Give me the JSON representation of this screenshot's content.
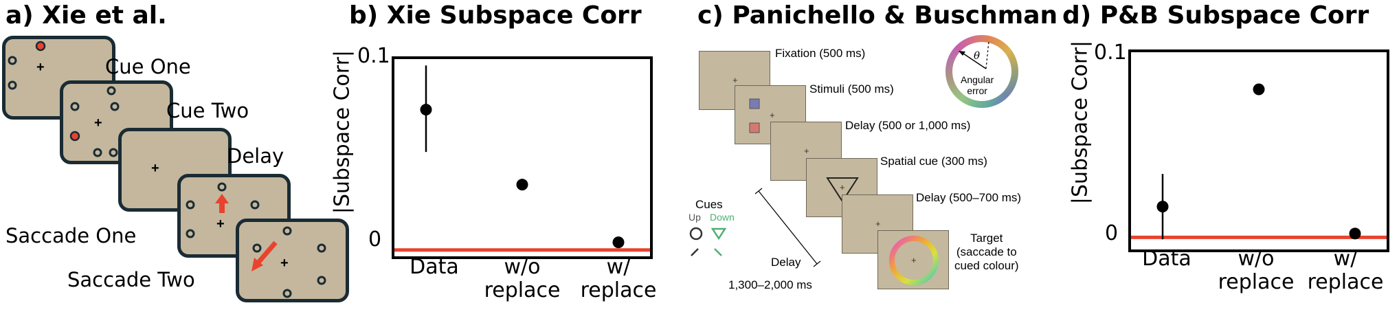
{
  "panel_a": {
    "title": "a) Xie et al.",
    "labels": [
      "Cue One",
      "Cue Two",
      "Delay",
      "Saccade One",
      "Saccade Two"
    ]
  },
  "panel_b": {
    "title": "b) Xie Subspace Corr"
  },
  "panel_c": {
    "title": "c) Panichello & Buschman",
    "stages": [
      "Fixation (500 ms)",
      "Stimuli (500 ms)",
      "Delay (500 or 1,000 ms)",
      "Spatial cue (300 ms)",
      "Delay (500–700 ms)"
    ],
    "target_lines": [
      "Target",
      "(saccade to",
      "cued colour)"
    ],
    "wheel_symbol": "θ",
    "angular_error": [
      "Angular",
      "error"
    ],
    "cues_title": "Cues",
    "cue_up": "Up",
    "cue_down": "Down",
    "delay_label": "Delay",
    "delay_range": "1,300–2,000 ms"
  },
  "panel_d": {
    "title": "d) P&B Subspace Corr"
  },
  "chart_data": [
    {
      "type": "scatter",
      "title": "b) Xie Subspace Corr",
      "ylabel": "|Subspace Corr|",
      "categories": [
        "Data",
        "w/o replace",
        "w/ replace"
      ],
      "category_lines": [
        [
          "Data"
        ],
        [
          "w/o",
          "replace"
        ],
        [
          "w/",
          "replace"
        ]
      ],
      "values": [
        0.073,
        0.034,
        0.004
      ],
      "err_low": [
        0.051,
        null,
        null
      ],
      "err_high": [
        0.096,
        null,
        null
      ],
      "yticks": [
        "0.1",
        "0"
      ],
      "ylim": [
        -0.004,
        0.1
      ],
      "reference_line": {
        "y": 0,
        "color": "#e8432f"
      },
      "point_color": "#000000"
    },
    {
      "type": "scatter",
      "title": "d) P&B Subspace Corr",
      "ylabel": "|Subspace Corr|",
      "categories": [
        "Data",
        "w/o replace",
        "w/ replace"
      ],
      "category_lines": [
        [
          "Data"
        ],
        [
          "w/o",
          "replace"
        ],
        [
          "w/",
          "replace"
        ]
      ],
      "values": [
        0.019,
        0.08,
        0.005
      ],
      "err_low": [
        0.002,
        null,
        null
      ],
      "err_high": [
        0.036,
        null,
        null
      ],
      "yticks": [
        "0.1",
        "0"
      ],
      "ylim": [
        -0.004,
        0.1
      ],
      "reference_line": {
        "y": 0.003,
        "color": "#e8432f"
      },
      "point_color": "#000000"
    }
  ]
}
